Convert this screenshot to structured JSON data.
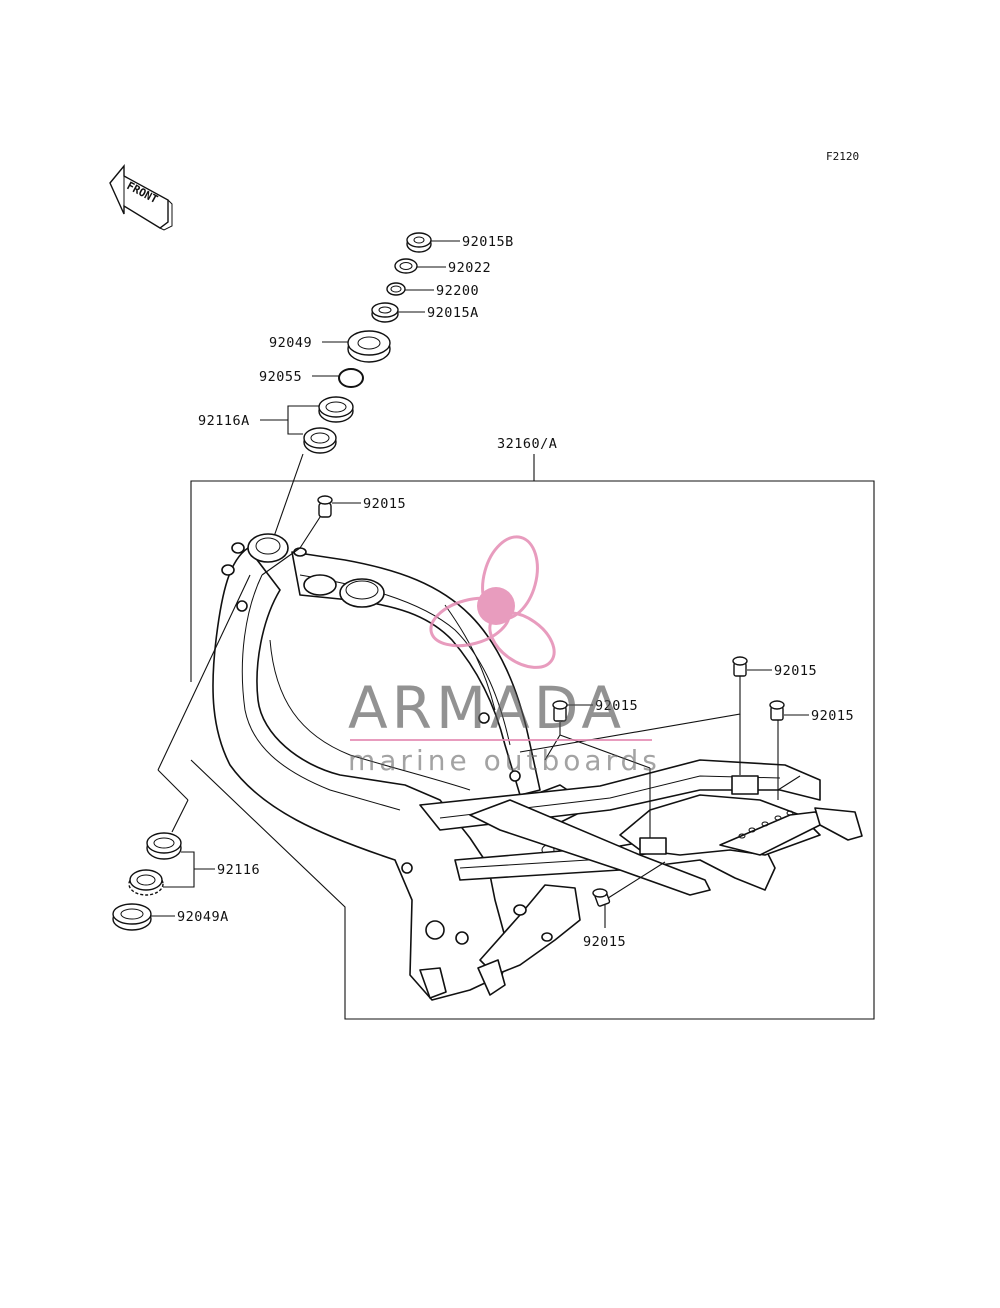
{
  "diagram_code": "F2120",
  "front_label": "FRONT",
  "watermark": {
    "brand": "ARMADA",
    "sub": "marine outboards",
    "accent_color": "#e48bb3"
  },
  "labels": {
    "p92015B": "92015B",
    "p92022": "92022",
    "p92200": "92200",
    "p92015A": "92015A",
    "p92049": "92049",
    "p92055": "92055",
    "p92116A": "92116A",
    "p32160A": "32160/A",
    "p92015_top": "92015",
    "p92015_mid": "92015",
    "p92015_right1": "92015",
    "p92015_right2": "92015",
    "p92015_bottom": "92015",
    "p92116": "92116",
    "p92049A": "92049A"
  }
}
